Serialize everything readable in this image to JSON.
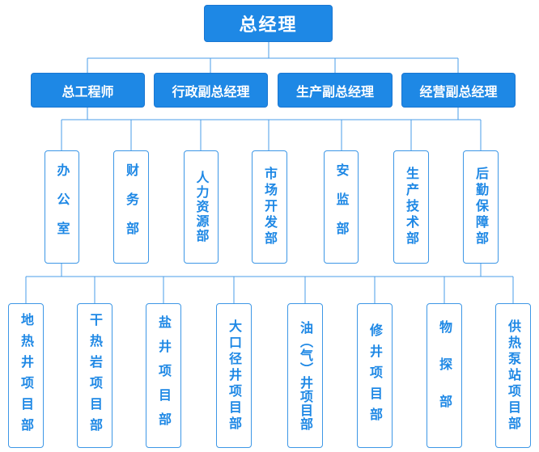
{
  "top": {
    "label": "总经理"
  },
  "deputies": [
    {
      "label": "总工程师"
    },
    {
      "label": "行政副总经理"
    },
    {
      "label": "生产副总经理"
    },
    {
      "label": "经营副总经理"
    }
  ],
  "departments": [
    {
      "label": "办公室"
    },
    {
      "label": "财务部"
    },
    {
      "label": "人力资源部"
    },
    {
      "label": "市场开发部"
    },
    {
      "label": "安监部"
    },
    {
      "label": "生产技术部"
    },
    {
      "label": "后勤保障部"
    }
  ],
  "projects": [
    {
      "label": "地热井项目部"
    },
    {
      "label": "干热岩项目部"
    },
    {
      "label": "盐井项目部"
    },
    {
      "label": "大口径井项目部"
    },
    {
      "label": "油（气）井项目部"
    },
    {
      "label": "修井项目部"
    },
    {
      "label": "物探部"
    },
    {
      "label": "供热泵站项目部"
    }
  ],
  "colors": {
    "accent": "#1e88e5",
    "line": "#4a9ee8",
    "text_on_white": "#1e88e5"
  }
}
